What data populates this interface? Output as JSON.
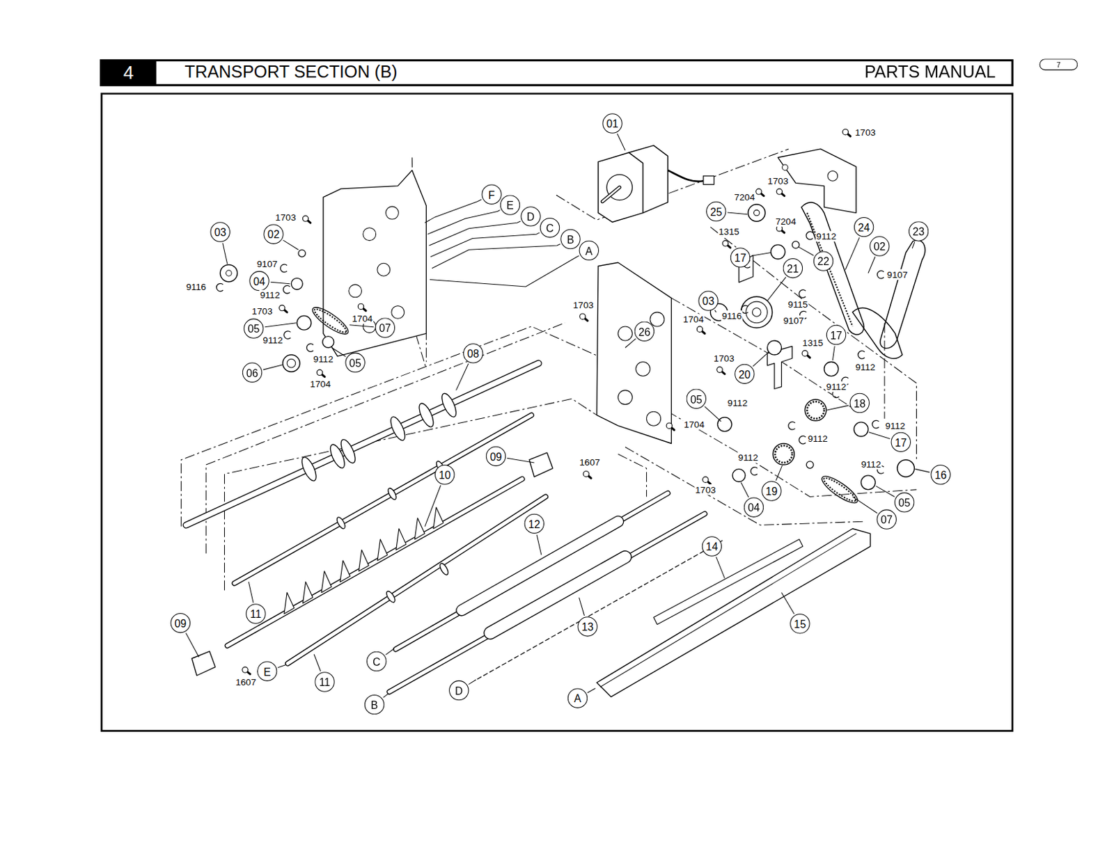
{
  "diagram": {
    "title": "TRANSPORT SECTION (B)",
    "nodes": [
      {
        "text": [
          "4"
        ]
      },
      {
        "text": [
          "7"
        ]
      },
      {
        "text": [
          "01"
        ]
      },
      {
        "text": [
          "03"
        ]
      },
      {
        "text": [
          "02"
        ]
      },
      {
        "text": [
          "F"
        ]
      },
      {
        "text": [
          "E"
        ]
      },
      {
        "text": [
          "D"
        ]
      },
      {
        "text": [
          "C"
        ]
      },
      {
        "text": [
          "B"
        ]
      },
      {
        "text": [
          "A"
        ]
      },
      {
        "text": [
          "04"
        ]
      },
      {
        "text": [
          "05"
        ]
      },
      {
        "text": [
          "07"
        ]
      },
      {
        "text": [
          "05"
        ]
      },
      {
        "text": [
          "06"
        ]
      },
      {
        "text": [
          "08"
        ]
      },
      {
        "text": [
          "25"
        ]
      },
      {
        "text": [
          "24"
        ]
      },
      {
        "text": [
          "23"
        ]
      },
      {
        "text": [
          "02"
        ]
      },
      {
        "text": [
          "17"
        ]
      },
      {
        "text": [
          "22"
        ]
      },
      {
        "text": [
          "21"
        ]
      },
      {
        "text": [
          "03"
        ]
      },
      {
        "text": [
          "26"
        ]
      },
      {
        "text": [
          "17"
        ]
      },
      {
        "text": [
          "20"
        ]
      },
      {
        "text": [
          "05"
        ]
      },
      {
        "text": [
          "18"
        ]
      },
      {
        "text": [
          "09"
        ]
      },
      {
        "text": [
          "10"
        ]
      },
      {
        "text": [
          "17"
        ]
      },
      {
        "text": [
          "16"
        ]
      },
      {
        "text": [
          "19"
        ]
      },
      {
        "text": [
          "04"
        ]
      },
      {
        "text": [
          "05"
        ]
      },
      {
        "text": [
          "07"
        ]
      },
      {
        "text": [
          "12"
        ]
      },
      {
        "text": [
          "14"
        ]
      },
      {
        "text": [
          "11"
        ]
      },
      {
        "text": [
          "13"
        ]
      },
      {
        "text": [
          "15"
        ]
      },
      {
        "text": [
          "09"
        ]
      },
      {
        "text": [
          "E"
        ]
      },
      {
        "text": [
          "11"
        ]
      },
      {
        "text": [
          "C"
        ]
      },
      {
        "text": [
          "B"
        ]
      },
      {
        "text": [
          "D"
        ]
      },
      {
        "text": [
          "A"
        ]
      }
    ],
    "labels": [
      "PARTS MANUAL",
      "1703",
      "1703",
      "7204",
      "1703",
      "7204",
      "1315",
      "9112",
      "9107",
      "9107",
      "9116",
      "9112",
      "1703",
      "1704",
      "9112",
      "9112",
      "1704",
      "1703",
      "1704",
      "9116",
      "9115",
      "9107",
      "1315",
      "1703",
      "9112",
      "9112",
      "9112",
      "9112",
      "1704",
      "9112",
      "9112",
      "9112",
      "1607",
      "1703",
      "1607"
    ]
  }
}
